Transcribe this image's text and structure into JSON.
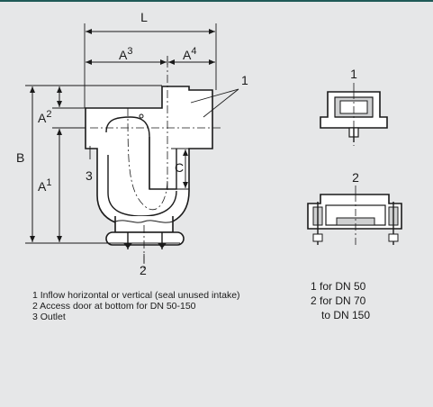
{
  "dimensions": {
    "L": "L",
    "A3": "A",
    "A3_sup": "3",
    "A4": "A",
    "A4_sup": "4",
    "A2": "A",
    "A2_sup": "2",
    "A1": "A",
    "A1_sup": "1",
    "B": "B",
    "C": "C"
  },
  "callouts": {
    "one": "1",
    "two": "2",
    "three": "3",
    "detail_one": "1",
    "detail_two": "2"
  },
  "legend": [
    "1 Inflow horizontal or vertical (seal unused intake)",
    "2 Access door at bottom for DN 50-150",
    "3 Outlet"
  ],
  "variants": [
    "1 for DN 50",
    "2 for DN 70",
    "to DN 150"
  ],
  "colors": {
    "background": "#e6e7e8",
    "top_rule": "#1f5a57",
    "body_fill": "#ffffff",
    "line": "#1a1a1a"
  }
}
